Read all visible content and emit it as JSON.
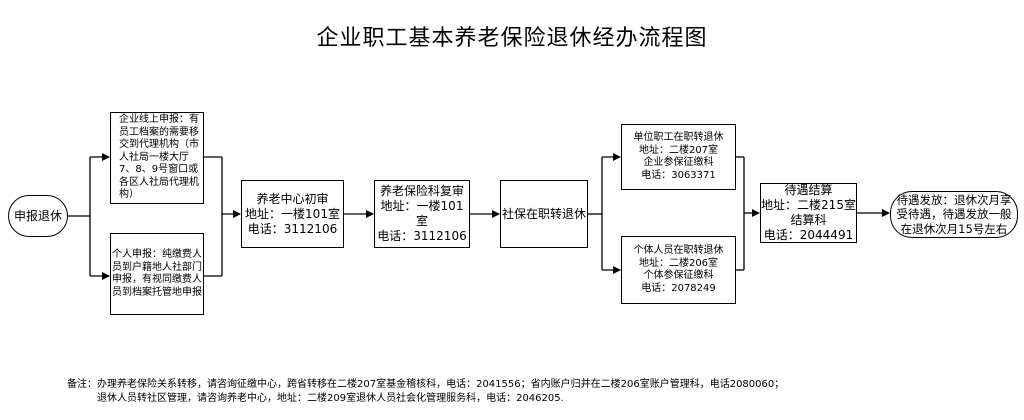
{
  "title": "企业职工基本养老保险退休经办流程图",
  "nodes": {
    "apply": "申报退休",
    "online": "企业线上申报：有员工档案的需要移交到代理机构（市人社局一楼大厅7、8、9号窗口或各区人社局代理机构）",
    "individual_apply": "个人申报：纯缴费人员到户籍地人社部门申报，有视同缴费人员到档案托管地申报",
    "initial_review": "养老中心初审\n地址：一楼101室\n电话：3112106",
    "second_review": "养老保险科复审\n地址：一楼101室\n电话：3112106",
    "social_transfer": "社保在职转退休",
    "unit_staff": "单位职工在职转退休\n地址：二楼207室\n企业参保征缴科\n电话：3063371",
    "individual_staff": "个体人员在职转退休\n地址：二楼206室\n个体参保征缴科\n电话：2078249",
    "benefit_calc": "待遇结算\n地址：二楼215室\n结算科\n电话：2044491",
    "benefit_pay": "待遇发放：退休次月享受待遇，待遇发放一般在退休次月15号左右"
  },
  "note": {
    "line1": "备注：办理养老保险关系转移，请咨询征缴中心，跨省转移在二楼207室基金稽核科，电话：2041556；省内账户归并在二楼206室账户管理科，电话2080060；",
    "line2": "退休人员转社区管理，请咨询养老中心，地址：二楼209室退休人员社会化管理服务科，电话：2046205."
  }
}
